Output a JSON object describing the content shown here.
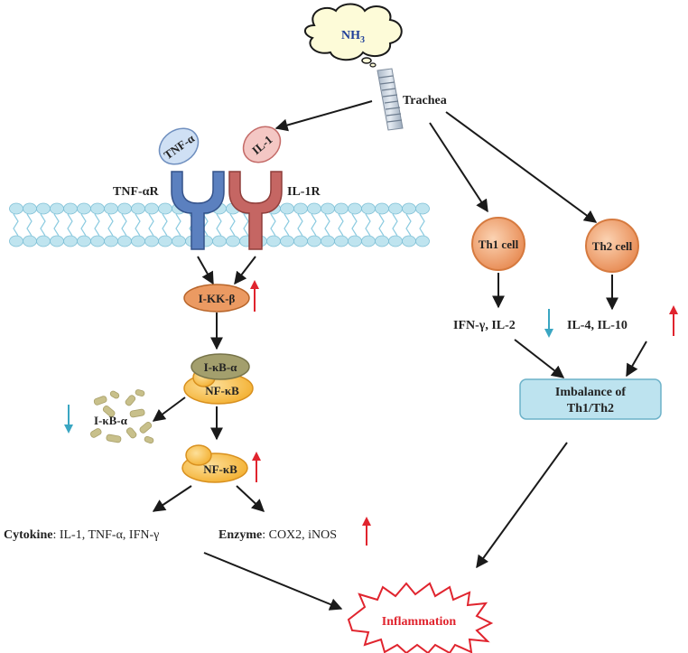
{
  "stimulus": {
    "label": "NH",
    "subscript": "3"
  },
  "trachea": {
    "label": "Trachea"
  },
  "receptors": {
    "tnf_ligand": "TNF-α",
    "tnf_receptor": "TNF-αR",
    "il1_ligand": "IL-1",
    "il1_receptor": "IL-1R"
  },
  "nfkb_pathway": {
    "ikk": "I-KK-β",
    "ikb_complex_top": "I-κB-α",
    "ikb_complex_bottom": "NF-κB",
    "degraded": "I-κB-α",
    "active": "NF-κB"
  },
  "outputs": {
    "cytokine_heading": "Cytokine",
    "cytokine_list": ": IL-1, TNF-α, IFN-γ",
    "enzyme_heading": "Enzyme",
    "enzyme_list": ": COX2, iNOS"
  },
  "th_branch": {
    "th1_cell": "Th1 cell",
    "th2_cell": "Th2 cell",
    "th1_cytokines": "IFN-γ, IL-2",
    "th2_cytokines": "IL-4, IL-10",
    "imbalance_line1": "Imbalance of",
    "imbalance_line2": "Th1/Th2"
  },
  "result": {
    "label": "Inflammation"
  },
  "colors": {
    "up_arrow": "#e0242e",
    "down_arrow": "#3aa6c2",
    "membrane": "#bfe4ef",
    "inflammation_text": "#e0242e",
    "imbalance_box": "#bde3ef"
  }
}
